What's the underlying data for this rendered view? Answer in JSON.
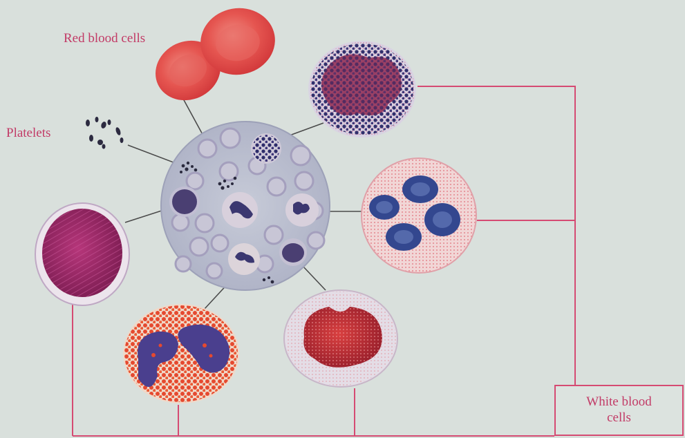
{
  "labels": {
    "red_blood_cells": "Red blood cells",
    "platelets": "Platelets",
    "white_blood_cells_line1": "White blood",
    "white_blood_cells_line2": "cells"
  },
  "colors": {
    "label_text": "#c23a66",
    "bracket_line": "#d54a72",
    "red_blood_cell": "#e2504f",
    "nucleus_purple": "#3e3a86",
    "granule_red": "#e04a3a",
    "background": "#d9e0dc"
  }
}
